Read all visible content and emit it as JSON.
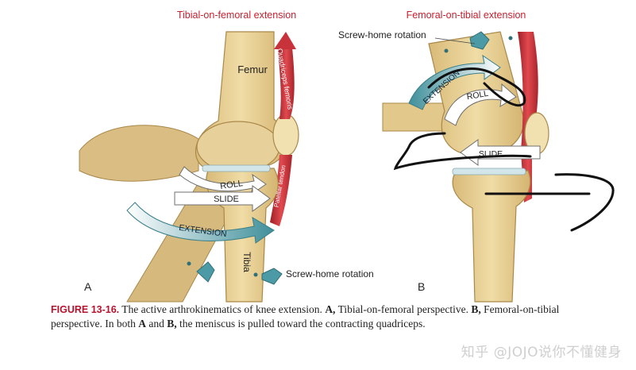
{
  "panel_a": {
    "title": "Tibial-on-femoral extension",
    "femur_label": "Femur",
    "tibia_label": "Tibia",
    "quadriceps_label": "Quadriceps femoris",
    "patellar_tendon_label": "Patellar tendon",
    "roll_label": "ROLL",
    "slide_label": "SLIDE",
    "extension_label": "EXTENSION",
    "screw_home_label": "Screw-home rotation",
    "panel_letter": "A"
  },
  "panel_b": {
    "title": "Femoral-on-tibial extension",
    "screw_home_label": "Screw-home rotation",
    "extension_label": "EXTENSION",
    "roll_label": "ROLL",
    "slide_label": "SLIDE",
    "panel_letter": "B"
  },
  "caption": {
    "figure_number": "FIGURE 13-16.",
    "text_1": " The active arthrokinematics of knee extension. ",
    "a_bold": "A,",
    "text_2": " Tibial-on-femoral perspective. ",
    "b_bold": "B,",
    "text_3": " Femoral-on-tibial perspective. In both ",
    "a2_bold": "A",
    "text_4": " and ",
    "b2_bold": "B,",
    "text_5": " the meniscus is pulled toward the contracting quadriceps."
  },
  "watermark": "知乎 @JOJO说你不懂健身",
  "colors": {
    "title_red": "#c8202f",
    "bone": "#e6cc8e",
    "bone_dark": "#c9a860",
    "muscle": "#c8323a",
    "arrow_teal": "#4b9aa5",
    "cartilage": "#cfe3e6"
  }
}
